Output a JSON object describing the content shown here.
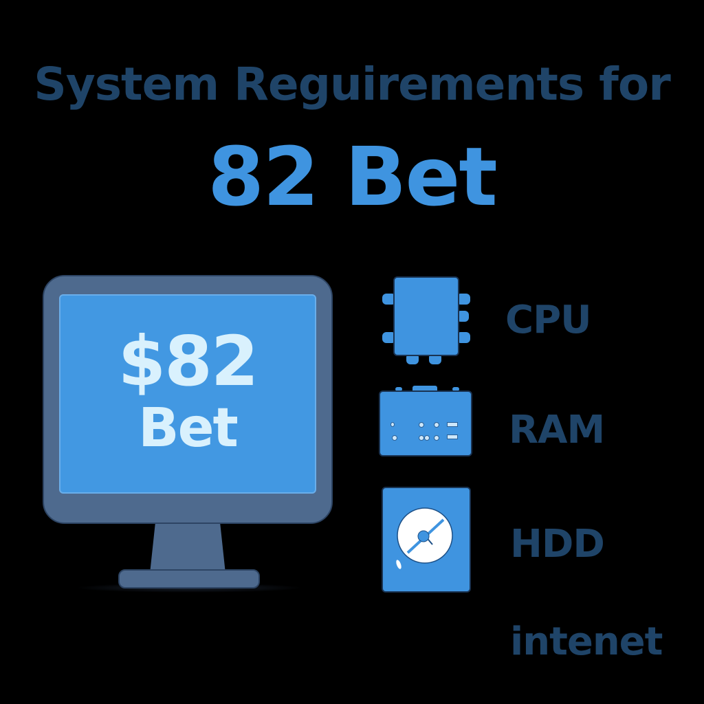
{
  "header": {
    "title_line1": "System Reguirements for",
    "title_line2": "82 Bet"
  },
  "monitor": {
    "screen_number": "$82",
    "screen_brand": "Bet"
  },
  "requirements": [
    {
      "label": "CPU",
      "icon": "cpu-chip-icon"
    },
    {
      "label": "RAM",
      "icon": "ram-module-icon"
    },
    {
      "label": "HDD",
      "icon": "hard-drive-icon"
    },
    {
      "label": "intenet",
      "icon": null
    }
  ],
  "colors": {
    "background": "#000000",
    "title_dark": "#1f4468",
    "accent_blue": "#3f94e0",
    "monitor_frame": "#4e6a8e",
    "screen_text": "#d9f1fd"
  }
}
